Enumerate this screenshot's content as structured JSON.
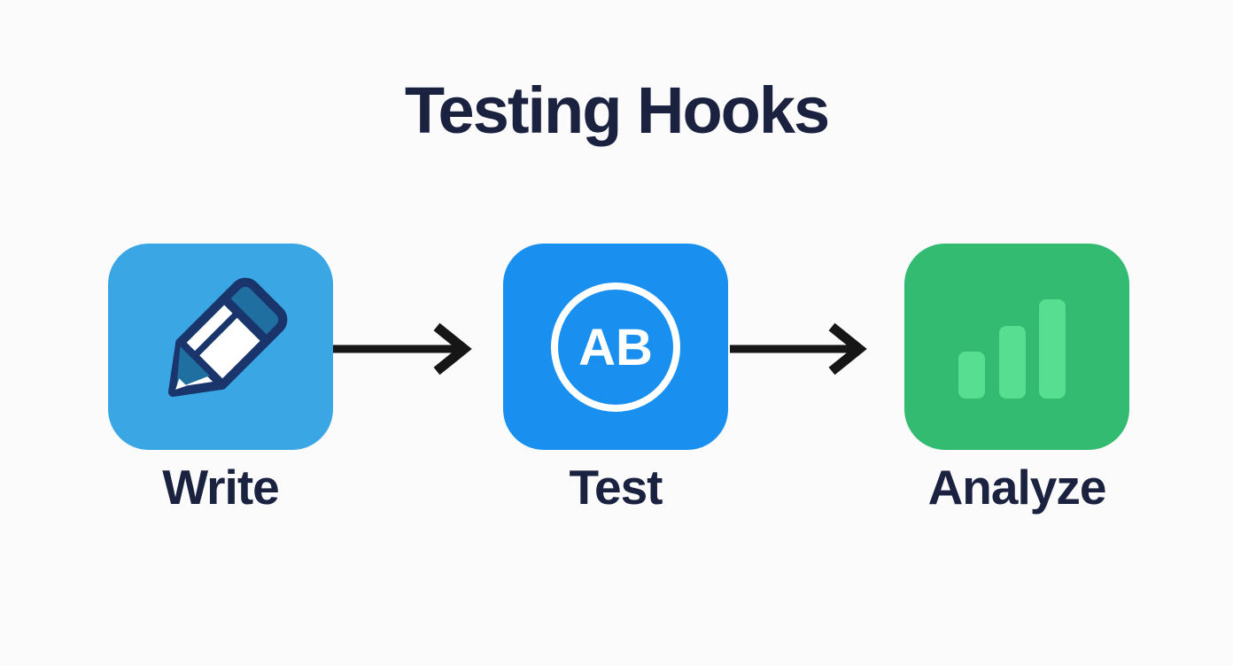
{
  "title": "Testing Hooks",
  "diagram": {
    "type": "flow",
    "direction": "left-to-right",
    "steps": [
      {
        "label": "Write",
        "icon": "pencil-icon"
      },
      {
        "label": "Test",
        "icon": "ab-test-icon",
        "icon_text": "AB"
      },
      {
        "label": "Analyze",
        "icon": "bar-chart-icon",
        "bar_heights": [
          53,
          82,
          112
        ]
      }
    ],
    "connector": "right-arrow"
  },
  "colors": {
    "background": "#FBFBFC",
    "title-text": "#1A2240",
    "label-text": "#1A2240",
    "step1-bg": "#3AA7E4",
    "step2-bg": "#1990F0",
    "step3-bg": "#33BB72",
    "bar-fill": "#58DE90",
    "pencil-outline": "#19356B",
    "pencil-accent": "#1F6FA1",
    "arrow": "#161616",
    "icon-white": "#FFFFFF"
  }
}
